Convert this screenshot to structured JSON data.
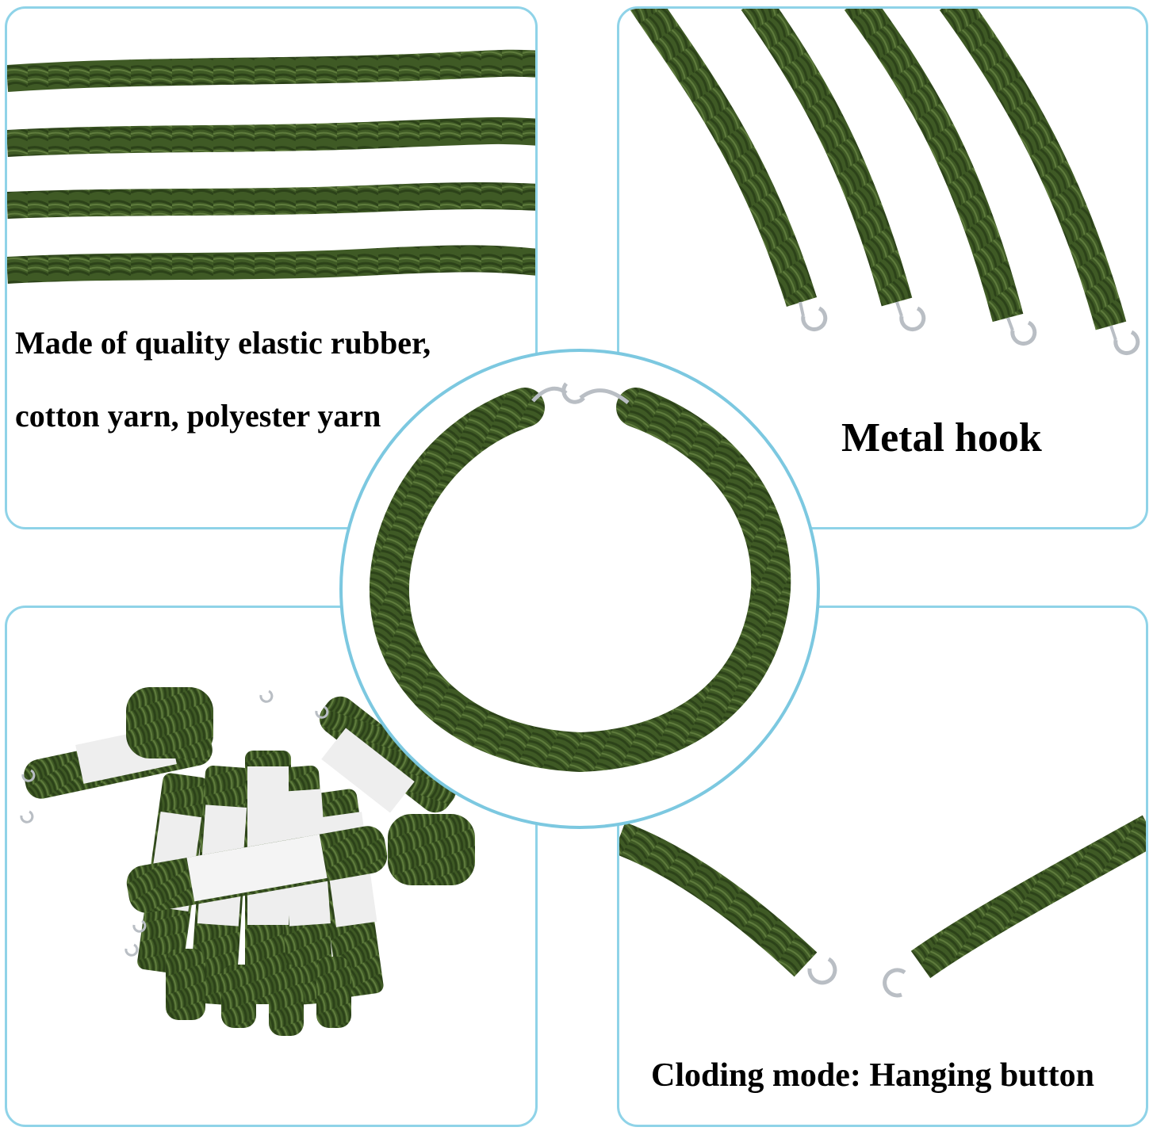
{
  "colors": {
    "cord": "#3f5a25",
    "cord_dark": "#2c4219",
    "cord_light": "#5f7c3d",
    "frame": "#8fd3e8",
    "metal": "#b9bec4",
    "paper": "#eeeeee"
  },
  "panels": {
    "material": {
      "caption_line1": "Made of quality elastic rubber,",
      "caption_line2": "cotton yarn, polyester yarn"
    },
    "hook": {
      "caption": "Metal hook"
    },
    "bundle": {},
    "closing": {
      "caption": "Cloding mode: Hanging button"
    }
  }
}
